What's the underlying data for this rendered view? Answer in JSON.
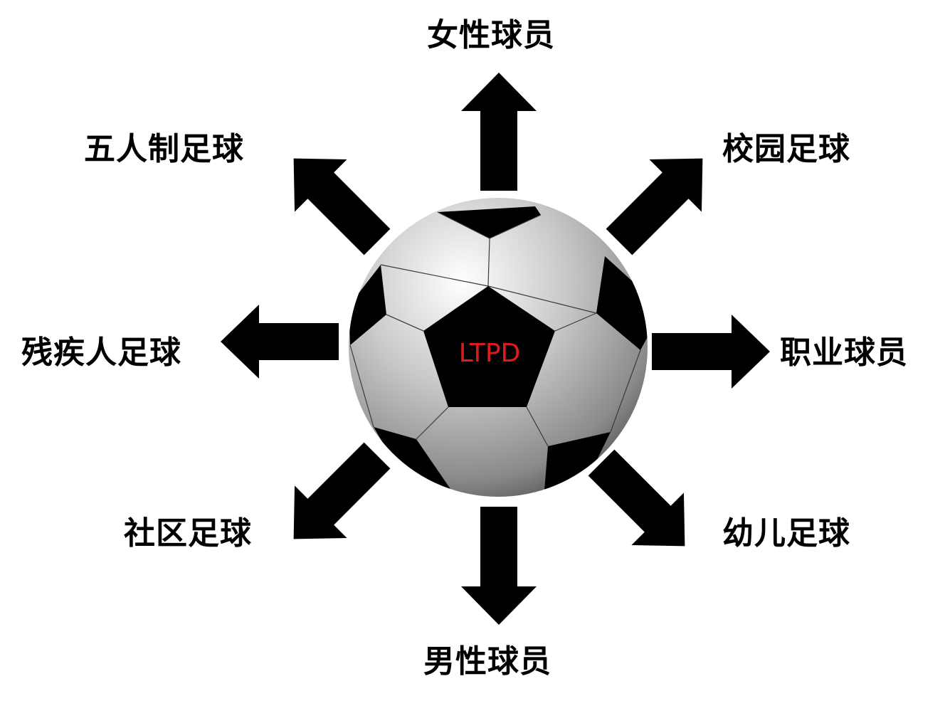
{
  "center_label": "LTPD",
  "center_label_color": "#e01b1b",
  "arrow_color": "#000000",
  "ball_colors": {
    "light": "#ffffff",
    "dark": "#5a5a5a",
    "patch": "#000000"
  },
  "labels": [
    {
      "text": "女性球员",
      "direction": "top"
    },
    {
      "text": "校园足球",
      "direction": "top-right"
    },
    {
      "text": "职业球员",
      "direction": "right"
    },
    {
      "text": "幼儿足球",
      "direction": "bottom-right"
    },
    {
      "text": "男性球员",
      "direction": "bottom"
    },
    {
      "text": "社区足球",
      "direction": "bottom-left"
    },
    {
      "text": "残疾人足球",
      "direction": "left"
    },
    {
      "text": "五人制足球",
      "direction": "top-left"
    }
  ]
}
